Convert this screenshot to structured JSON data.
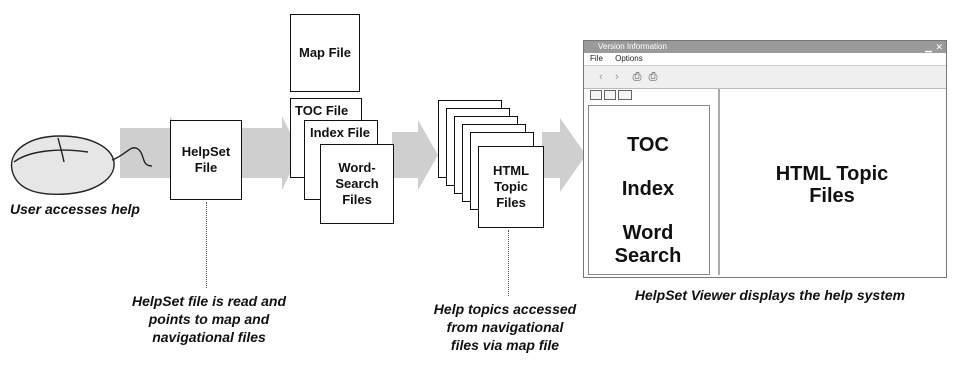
{
  "user": {
    "caption": "User accesses help"
  },
  "helpset_box": {
    "label": "HelpSet\nFile",
    "caption": "HelpSet file is read and\npoints to map and\nnavigational files"
  },
  "map_box": {
    "label": "Map File"
  },
  "toc_box": {
    "label": "TOC File"
  },
  "index_box": {
    "label": "Index File"
  },
  "wordsearch_box": {
    "label": "Word-\nSearch\nFiles"
  },
  "topics_box": {
    "label": "HTML\nTopic Files",
    "caption": "Help topics accessed\nfrom navigational\nfiles via map file"
  },
  "viewer": {
    "title": "Version Information",
    "menu": [
      "File",
      "Options"
    ],
    "nav_items": [
      "TOC",
      "Index",
      "Word Search"
    ],
    "content": "HTML Topic\nFiles",
    "caption": "HelpSet Viewer displays the help system"
  },
  "icons": [
    "mouse-icon",
    "arrow-right-icon",
    "back-icon",
    "forward-icon",
    "print-icon",
    "print-setup-icon",
    "minimize-icon",
    "close-icon"
  ]
}
